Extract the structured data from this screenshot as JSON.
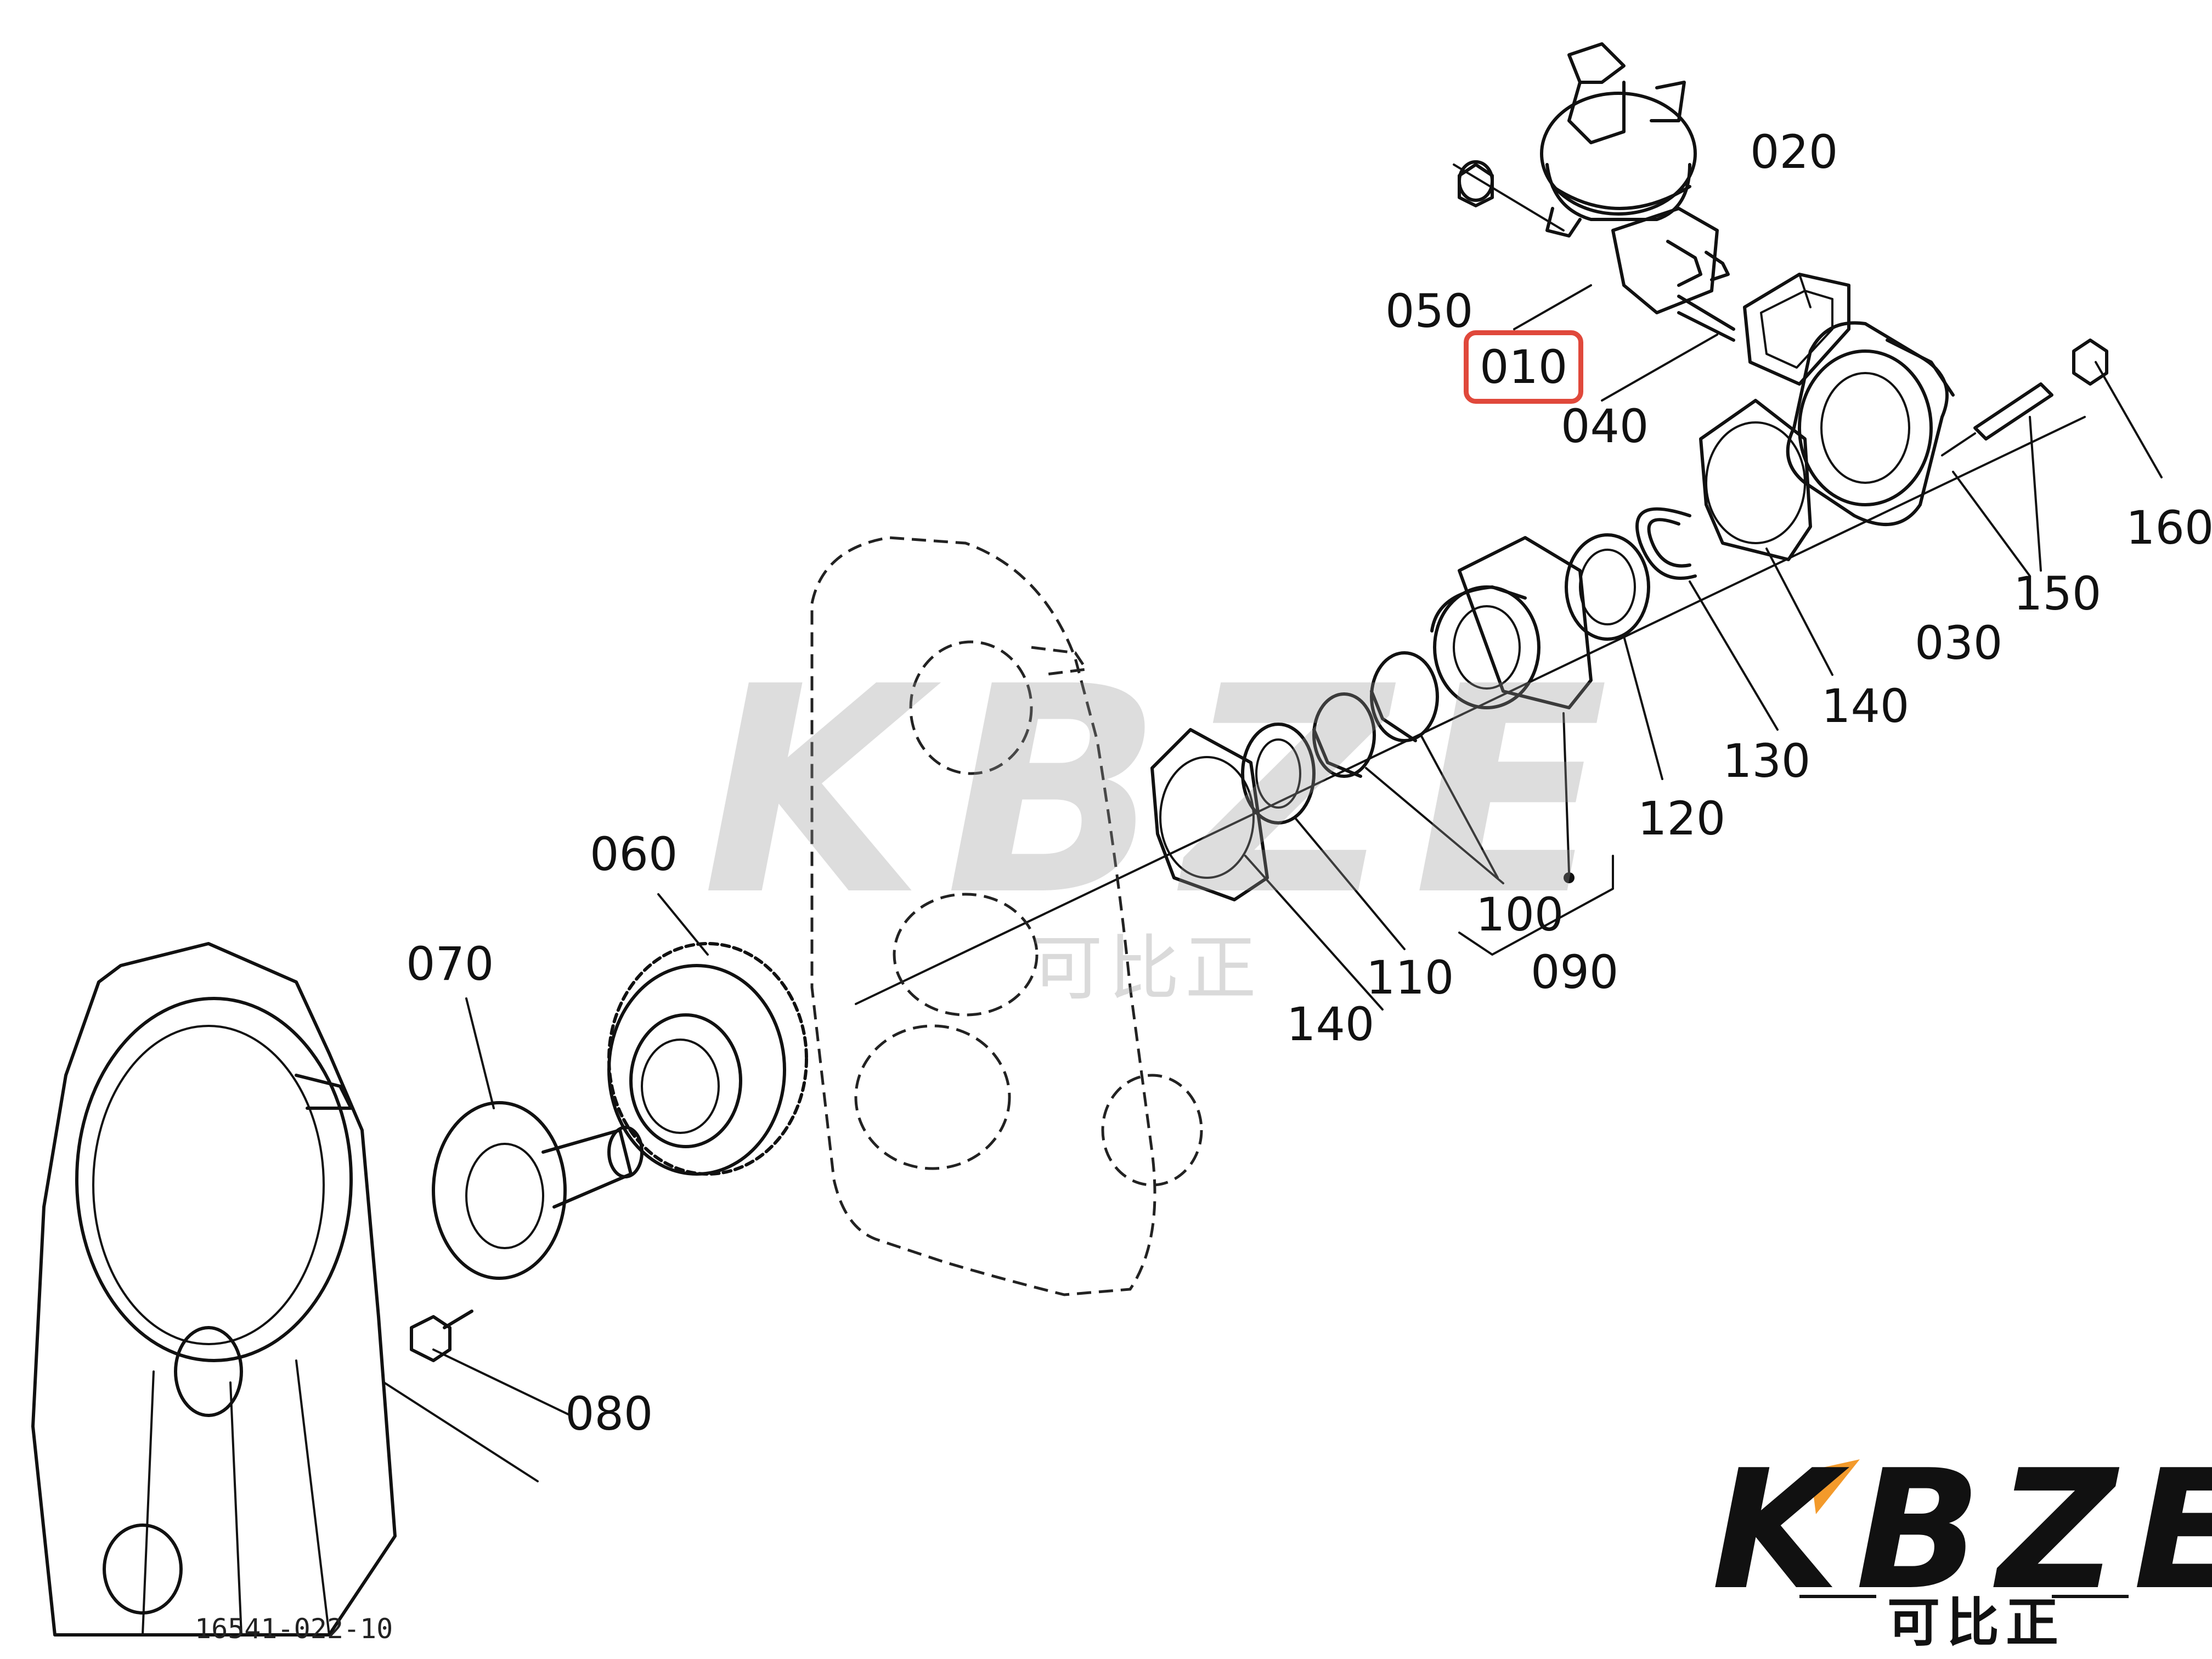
{
  "parts": [
    {
      "id": "010",
      "highlighted": true
    },
    {
      "id": "020"
    },
    {
      "id": "030"
    },
    {
      "id": "040"
    },
    {
      "id": "050"
    },
    {
      "id": "060"
    },
    {
      "id": "070"
    },
    {
      "id": "080"
    },
    {
      "id": "090"
    },
    {
      "id": "100"
    },
    {
      "id": "110"
    },
    {
      "id": "120"
    },
    {
      "id": "130"
    },
    {
      "id": "140"
    },
    {
      "id": "140"
    },
    {
      "id": "150"
    },
    {
      "id": "160"
    }
  ],
  "diagram_code": "16541-022-10",
  "watermark": {
    "text": "KBZE",
    "subtext": "可比正"
  },
  "logo": {
    "text": "KBZE",
    "subtext": "可比正"
  },
  "colors": {
    "highlight": "#e0483b",
    "logo_accent": "#f39a2b",
    "line": "#111111"
  }
}
